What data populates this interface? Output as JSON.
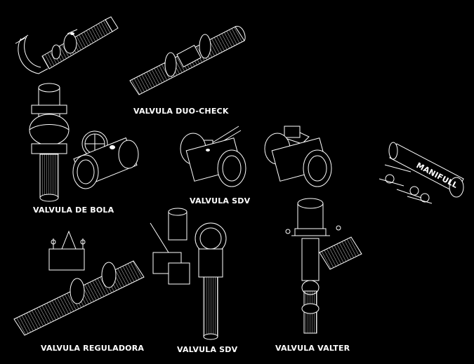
{
  "labels": {
    "duo_check": "VALVULA DUO-CHECK",
    "bola": "VALVULA DE BOLA",
    "sdv_top": "VALVULA SDV",
    "reguladora": "VALVULA REGULADORA",
    "sdv_bottom": "VALVULA SDV",
    "valter": "VALVULA VALTER",
    "manifull": "MANIFULL"
  },
  "colors": {
    "background": "#000000",
    "linework": "#ffffff"
  }
}
